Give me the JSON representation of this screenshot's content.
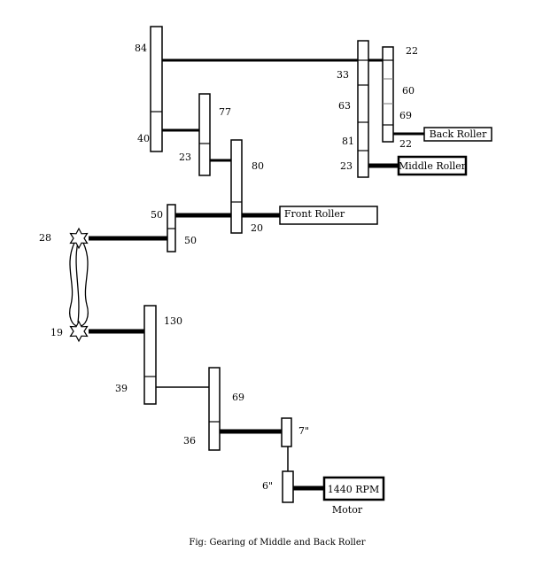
{
  "gears": {
    "g84": "84",
    "g40": "40",
    "g77": "77",
    "g23a": "23",
    "g80": "80",
    "g20": "20",
    "g50a": "50",
    "g50b": "50",
    "g33": "33",
    "g63": "63",
    "g81": "81",
    "g23b": "23",
    "g22a": "22",
    "g60": "60",
    "g69a": "69",
    "g22b": "22",
    "g130": "130",
    "g39": "39",
    "g69b": "69",
    "g36": "36"
  },
  "sprockets": {
    "s28": "28",
    "s19": "19"
  },
  "pulleys": {
    "p7": "7\"",
    "p6": "6\""
  },
  "boxes": {
    "back_roller": "Back Roller",
    "middle_roller": "Middle Roller",
    "front_roller": "Front Roller",
    "motor_rpm": "1440 RPM"
  },
  "labels": {
    "motor": "Motor",
    "caption": "Fig: Gearing of Middle and Back Roller"
  }
}
